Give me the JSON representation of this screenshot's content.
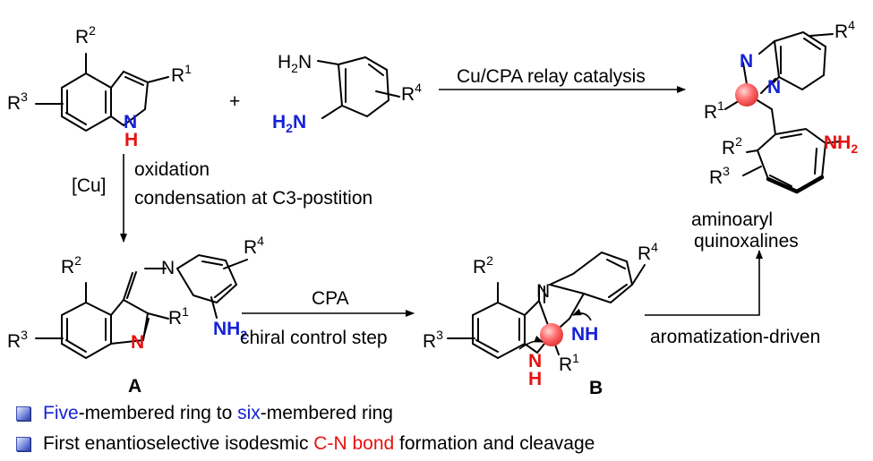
{
  "colors": {
    "red": "#e6120f",
    "blue": "#1622d6",
    "black": "#000000",
    "highlight": "#ff6b6b"
  },
  "substituents": {
    "R": "R",
    "one": "1",
    "two": "2",
    "three": "3",
    "four": "4"
  },
  "atoms": {
    "N": "N",
    "H": "H",
    "NH": "NH",
    "NH2": "NH",
    "NH2_sub": "2",
    "H2N": "H",
    "H2N_sub": "2",
    "H2N_tail": "N"
  },
  "reagents": {
    "plus": "+"
  },
  "arrows": {
    "top": "Cu/CPA relay catalysis",
    "down_cat": "[Cu]",
    "down_line1": "oxidation",
    "down_line2": "condensation at C3-postition",
    "mid_top": "CPA",
    "mid_bottom": "chiral control step",
    "right": "aromatization-driven"
  },
  "product": {
    "line1": "aminoaryl",
    "line2": "quinoxalines"
  },
  "intermediates": {
    "A": "A",
    "B": "B"
  },
  "notes": [
    {
      "parts": [
        {
          "text": "Five",
          "color": "blue"
        },
        {
          "text": "-membered ring to ",
          "color": "black"
        },
        {
          "text": "six",
          "color": "blue"
        },
        {
          "text": "-membered ring",
          "color": "black"
        }
      ]
    },
    {
      "parts": [
        {
          "text": "First enantioselective isodesmic ",
          "color": "black"
        },
        {
          "text": "C-N bond",
          "color": "red"
        },
        {
          "text": " formation and cleavage",
          "color": "black"
        }
      ]
    }
  ]
}
